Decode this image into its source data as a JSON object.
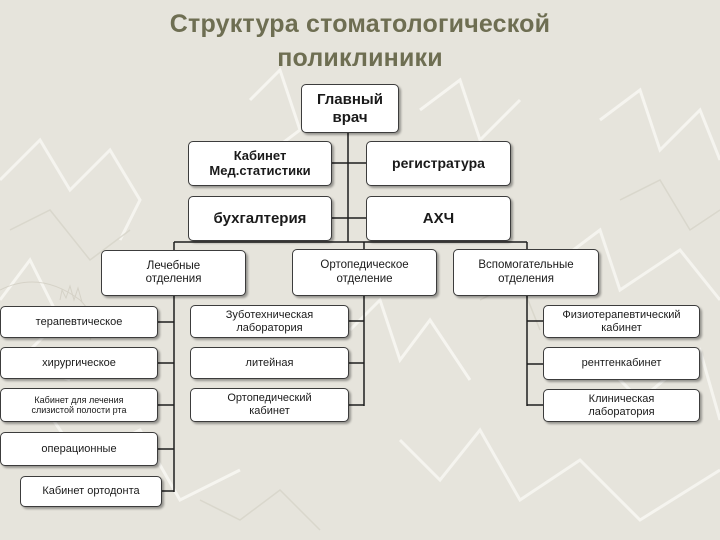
{
  "title": {
    "line1": "Структура стоматологической",
    "line2": "поликлиники"
  },
  "nodes": {
    "chief_doctor": "Главный врач",
    "med_statistics": "Кабинет Мед.статистики",
    "registry": "регистратура",
    "accounting": "бухгалтерия",
    "ahch": "АХЧ",
    "treatment_departments": "Лечебные отделения",
    "orthopedic_department": "Ортопедическое отделение",
    "auxiliary_departments": "Вспомогательные отделения",
    "therapeutic": "терапевтическое",
    "surgical": "хирургическое",
    "oral_mucosa_cabinet": "Кабинет для лечения слизистой полости рта",
    "operating": "операционные",
    "orthodontist_cabinet": "Кабинет ортодонта",
    "dental_lab": "Зуботехническая лаборатория",
    "casting": "литейная",
    "orthopedic_cabinet": "Ортопедический кабинет",
    "physiotherapy": "Физиотерапевтический кабинет",
    "xray": "рентгенкабинет",
    "clinical_lab": "Клиническая лаборатория"
  },
  "colors": {
    "background": "#e6e4dc",
    "title": "#6e6e52",
    "box_fill": "#ffffff",
    "box_border": "#3c3c3c",
    "connector": "#1e1e1e"
  }
}
